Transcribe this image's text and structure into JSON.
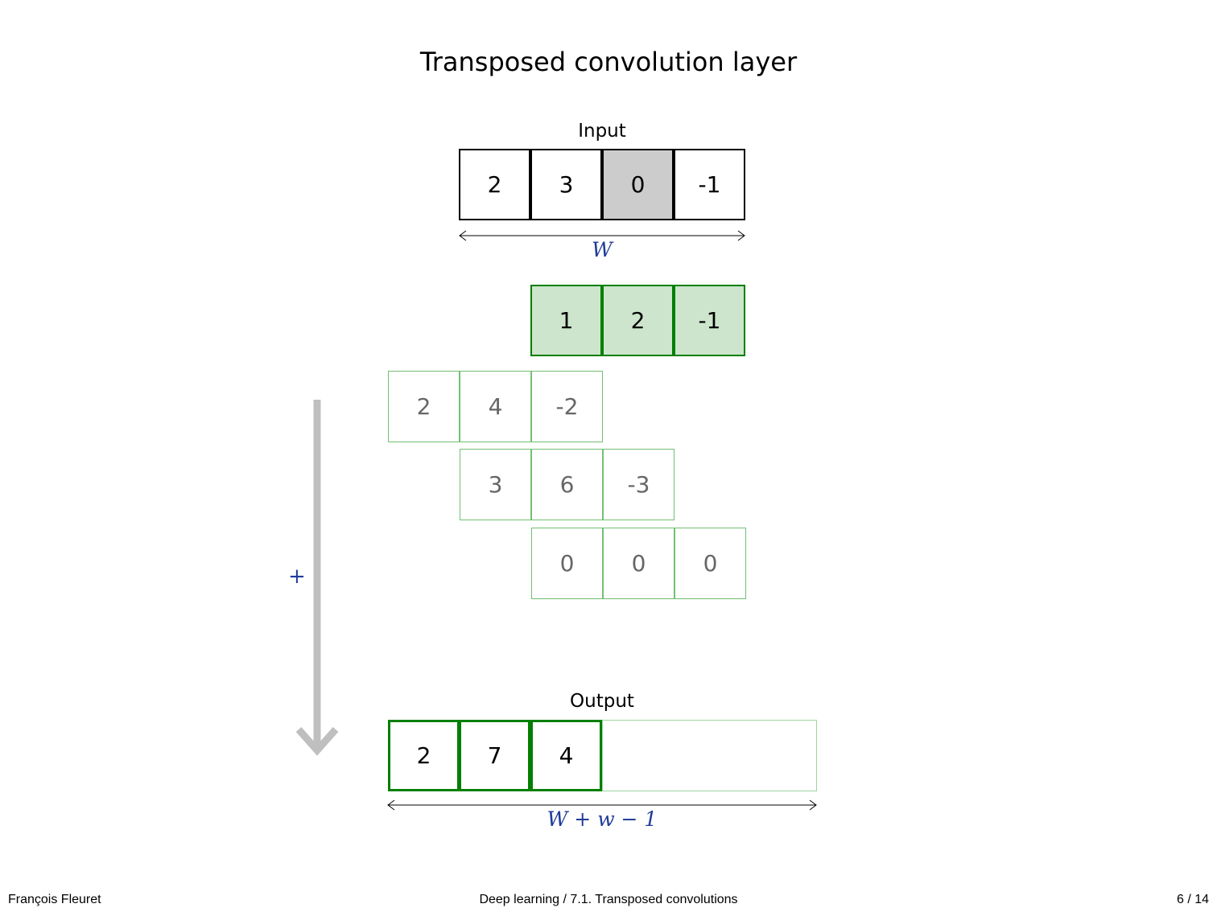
{
  "title": "Transposed convolution layer",
  "input": {
    "label": "Input",
    "values": [
      "2",
      "3",
      "0",
      "-1"
    ],
    "highlighted_index": 2,
    "width_label": "W"
  },
  "kernel": {
    "values": [
      "1",
      "2",
      "-1"
    ]
  },
  "partial_products": [
    [
      "2",
      "4",
      "-2"
    ],
    [
      "3",
      "6",
      "-3"
    ],
    [
      "0",
      "0",
      "0"
    ]
  ],
  "sum_symbol": "+",
  "output": {
    "label": "Output",
    "values": [
      "2",
      "7",
      "4"
    ],
    "width_label": "W + w − 1"
  },
  "colors": {
    "kernel_green": "#007f00",
    "kernel_fill": "#cce5cc",
    "highlight_gray": "#cccccc",
    "math_blue": "#1f3b99",
    "arrow_gray": "#bfbfbf"
  },
  "footer": {
    "author": "François Fleuret",
    "course": "Deep learning / 7.1. Transposed convolutions",
    "page": "6 / 14"
  }
}
